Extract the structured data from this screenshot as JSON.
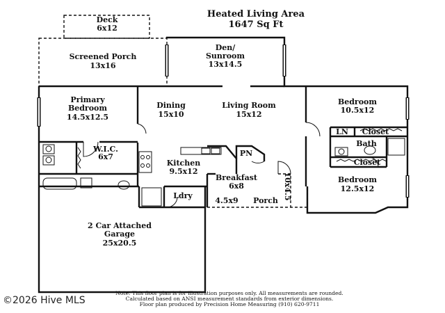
{
  "title": {
    "line1": "Heated Living Area",
    "line2": "1647 Sq Ft"
  },
  "rooms": {
    "deck": {
      "name": "Deck",
      "size": "6x12"
    },
    "screened_porch": {
      "name": "Screened Porch",
      "size": "13x16"
    },
    "den": {
      "name_line1": "Den/",
      "name_line2": "Sunroom",
      "size": "13x14.5"
    },
    "primary_bedroom": {
      "name_line1": "Primary",
      "name_line2": "Bedroom",
      "size": "14.5x12.5"
    },
    "dining": {
      "name": "Dining",
      "size": "15x10"
    },
    "living_room": {
      "name": "Living Room",
      "size": "15x12"
    },
    "bedroom_1": {
      "name": "Bedroom",
      "size": "10.5x12"
    },
    "linen": {
      "name": "LN"
    },
    "closet_1": {
      "name": "Closet"
    },
    "bath": {
      "name": "Bath"
    },
    "closet_2": {
      "name": "Closet"
    },
    "wic": {
      "name": "W.I.C.",
      "size": "6x7"
    },
    "pantry": {
      "name": "PN"
    },
    "kitchen": {
      "name": "Kitchen",
      "size": "9.5x12"
    },
    "breakfast": {
      "name": "Breakfast",
      "size": "6x8"
    },
    "side_porch": {
      "name": "10x4.5"
    },
    "front_porch": {
      "size": "4.5x9",
      "name": "Porch"
    },
    "bedroom_2": {
      "name": "Bedroom",
      "size": "12.5x12"
    },
    "laundry": {
      "name": "Ldry"
    },
    "garage": {
      "name_line1": "2 Car Attached",
      "name_line2": "Garage",
      "size": "25x20.5"
    }
  },
  "footer": {
    "line1": "Note: This floor plan is for illustration purposes only. All measurements are rounded.",
    "line2": "Calculated based on ANSI measurement standards from exterior dimensions.",
    "line3": "Floor plan produced by Precision Home Measuring (910) 620-9711"
  },
  "watermark": "©2026 Hive MLS",
  "colors": {
    "porch_fill": "#f6dfd8",
    "porch_hatch": "#e7b6a8",
    "ink": "#111111"
  }
}
